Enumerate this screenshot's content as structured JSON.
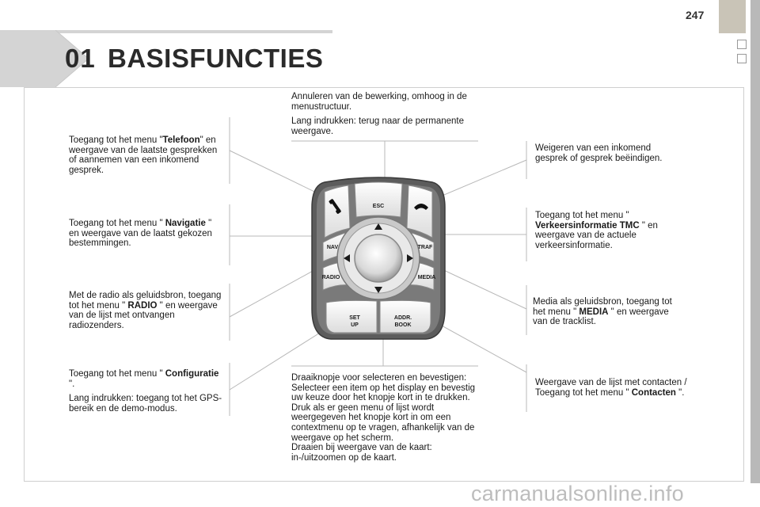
{
  "header": {
    "chapter_number": "01",
    "chapter_title": "BASISFUNCTIES",
    "page_number": "247"
  },
  "callouts": {
    "top_center": {
      "p1": "Annuleren van de bewerking, omhoog in de menustructuur.",
      "p2": "Lang indrukken: terug naar de permanente weergave."
    },
    "telefoon": {
      "before": "Toegang tot het menu \"",
      "bold": "Telefoon",
      "after": "\" en weergave van de laatste gesprekken of aannemen van een inkomend gesprek."
    },
    "navigatie": {
      "before": "Toegang tot het menu \" ",
      "bold": "Navigatie",
      "after": " \" en weergave van de laatst gekozen bestemmingen."
    },
    "radio": {
      "before": "Met de radio als geluidsbron, toegang tot het menu \" ",
      "bold": "RADIO",
      "after": " \" en weergave van de lijst met ontvangen radiozenders."
    },
    "configuratie": {
      "before": "Toegang tot het menu \" ",
      "bold": "Configuratie",
      "after": " \".",
      "p2": "Lang indrukken: toegang tot het GPS-bereik en de demo-modus."
    },
    "weigeren": {
      "text": "Weigeren van een inkomend gesprek of gesprek beëindigen."
    },
    "tmc": {
      "before": "Toegang tot het menu \" ",
      "bold": "Verkeersinformatie TMC",
      "after": " \" en weergave van de actuele verkeersinformatie."
    },
    "media": {
      "before": "Media als geluidsbron, toegang tot het menu \" ",
      "bold": "MEDIA",
      "after": " \" en weergave van de tracklist."
    },
    "contacten": {
      "before": "Weergave van de lijst met contacten / Toegang tot het menu \" ",
      "bold": "Contacten",
      "after": " \"."
    },
    "draaiknop": {
      "lines": [
        "Draaiknopje voor selecteren en bevestigen:",
        "Selecteer een item op het display en bevestig uw keuze door het knopje kort in te drukken.",
        "Druk als er geen menu of lijst wordt weergegeven het knopje kort in om een contextmenu op te vragen, afhankelijk van de weergave op het scherm.",
        "Draaien bij weergave van de kaart: in-/uitzoomen op de kaart."
      ]
    }
  },
  "controller": {
    "esc": "ESC",
    "nav": "NAV",
    "traf": "TRAF",
    "radio": "RADIO",
    "media": "MEDIA",
    "set_line1": "SET",
    "set_line2": "UP",
    "addr_line1": "ADDR.",
    "addr_line2": "BOOK",
    "icons": [
      "phone-pickup-icon",
      "phone-hangup-icon",
      "arrow-up-icon",
      "arrow-down-icon",
      "arrow-left-icon",
      "arrow-right-icon"
    ]
  },
  "watermark": "carmanualsonline.info",
  "colors": {
    "header_band": "#d9d9d9",
    "page_tab": "#c9c4b7",
    "side_bar": "#b9b9b9",
    "leader_lines": "#b5b5b5",
    "controller_body": "#5a5a5a"
  }
}
